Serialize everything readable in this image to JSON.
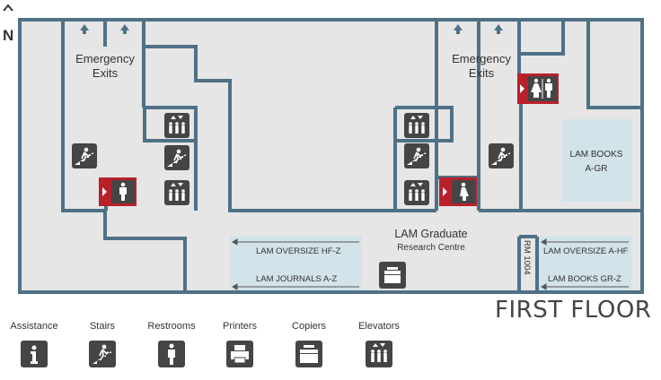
{
  "compass": {
    "label": "N"
  },
  "labels": {
    "emergency_exits_left_1": "Emergency",
    "emergency_exits_left_2": "Exits",
    "emergency_exits_right_1": "Emergency",
    "emergency_exits_right_2": "Exits",
    "books_ag_1": "LAM BOOKS",
    "books_ag_2": "A-GR",
    "research_1": "LAM Graduate",
    "research_2": "Research Centre",
    "oversize_hf_z": "LAM OVERSIZE HF-Z",
    "journals_a_z": "LAM JOURNALS A-Z",
    "oversize_a_hf": "LAM OVERSIZE A-HF",
    "books_gr_z": "LAM BOOKS GR-Z",
    "room": "RM 1004"
  },
  "floor_title": "FIRST FLOOR",
  "legend": [
    {
      "label": "Assistance",
      "icon": "info-icon"
    },
    {
      "label": "Stairs",
      "icon": "stairs-icon"
    },
    {
      "label": "Restrooms",
      "icon": "restroom-icon"
    },
    {
      "label": "Printers",
      "icon": "printer-icon"
    },
    {
      "label": "Copiers",
      "icon": "copier-icon"
    },
    {
      "label": "Elevators",
      "icon": "elevator-icon"
    }
  ],
  "colors": {
    "wall": "#4f7186",
    "floor": "#e6e6e6",
    "collection_area": "#d2e3ea",
    "icon_dark": "#454545",
    "restroom_red": "#b8202a",
    "text": "#333333"
  }
}
